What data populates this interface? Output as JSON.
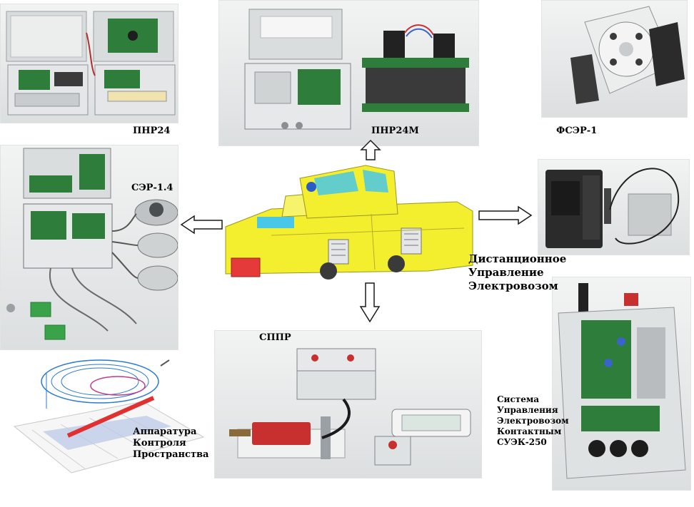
{
  "labels": {
    "pnr24": "ПНР24",
    "pnr24m": "ПНР24М",
    "fser1": "ФСЭР-1",
    "ser14": "СЭР-1.4",
    "remote": [
      "Дистанционное",
      "Управление",
      "Электровозом"
    ],
    "sppr": "СППР",
    "space": [
      "Аппаратура",
      "Контроля",
      "Пространства"
    ],
    "suek": [
      "Система",
      "Управления",
      "Электровозом",
      "Контактным",
      "СУЭК-250"
    ]
  },
  "colors": {
    "locomotive_body": "#f3ef2e",
    "locomotive_accent": "#49c7e8",
    "locomotive_light": "#e43a3a",
    "enclosure": "#e7e9ea",
    "pcb_green": "#2f7d3a",
    "arrow_outline": "#1a1a1a"
  }
}
